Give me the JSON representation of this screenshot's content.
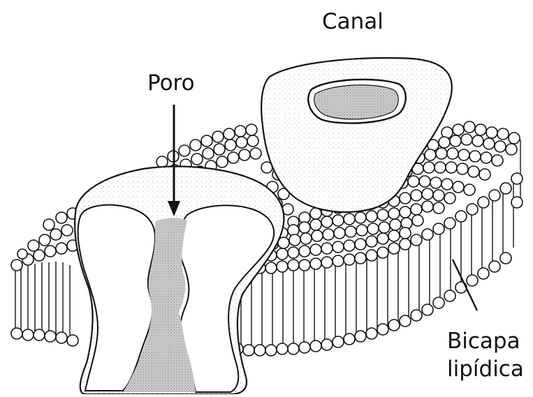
{
  "labels": {
    "canal": "Canal",
    "poro": "Poro",
    "bicapa_line1": "Bicapa",
    "bicapa_line2": "lipídica"
  },
  "colors": {
    "ink": "#111111",
    "stipple": "#9a9a9a",
    "pore_fill": "#bdbdbd",
    "background": "#ffffff"
  }
}
